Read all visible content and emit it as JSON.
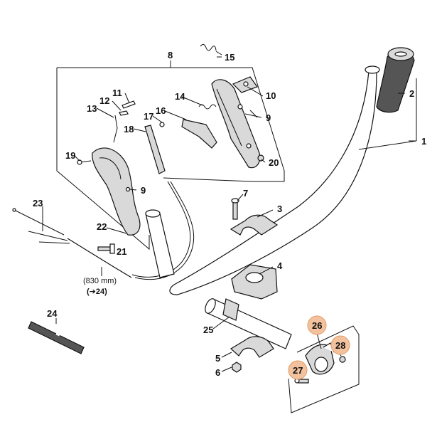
{
  "colors": {
    "line": "#111111",
    "highlight": "#f2c29f",
    "highlight_border": "#e39a64",
    "rubber": "#555555"
  },
  "callouts": {
    "c1": "1",
    "c2": "2",
    "c3": "3",
    "c4": "4",
    "c5": "5",
    "c6": "6",
    "c7": "7",
    "c8": "8",
    "c9a": "9",
    "c9b": "9",
    "c10": "10",
    "c11": "11",
    "c12": "12",
    "c13": "13",
    "c14": "14",
    "c15": "15",
    "c16": "16",
    "c17": "17",
    "c18": "18",
    "c19": "19",
    "c20": "20",
    "c21": "21",
    "c22": "22",
    "c23": "23",
    "c24a": "24",
    "c25": "25",
    "c26": "26",
    "c27": "27",
    "c28": "28"
  },
  "annotations": {
    "cable_length": "(830 mm)",
    "cable_ref": "(➔24)"
  },
  "highlighted_parts": [
    "26",
    "27",
    "28"
  ]
}
